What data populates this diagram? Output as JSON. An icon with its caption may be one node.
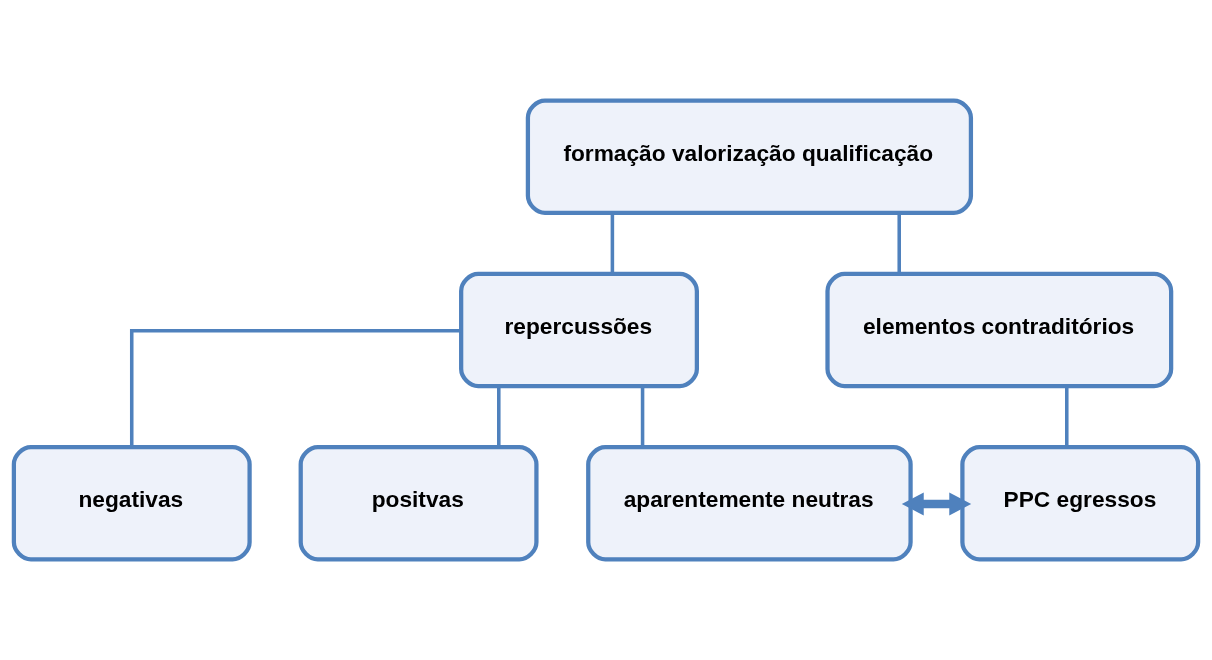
{
  "diagram": {
    "nodes": [
      {
        "text": [
          "formação valorização qualificação"
        ]
      },
      {
        "text": [
          "repercussões"
        ]
      },
      {
        "text": [
          "elementos contraditórios"
        ]
      },
      {
        "text": [
          "negativas"
        ]
      },
      {
        "text": [
          "positvas"
        ]
      },
      {
        "text": [
          "aparentemente neutras"
        ]
      },
      {
        "text": [
          "PPC egressos"
        ]
      }
    ],
    "edges": [
      {
        "from": 0,
        "to": 1,
        "arrow": "none"
      },
      {
        "from": 0,
        "to": 2,
        "arrow": "none"
      },
      {
        "from": 1,
        "to": 3,
        "arrow": "none"
      },
      {
        "from": 1,
        "to": 4,
        "arrow": "none"
      },
      {
        "from": 1,
        "to": 5,
        "arrow": "none"
      },
      {
        "from": 2,
        "to": 6,
        "arrow": "none"
      },
      {
        "from": 5,
        "to": 6,
        "arrow": "both",
        "style": "thick"
      }
    ]
  }
}
